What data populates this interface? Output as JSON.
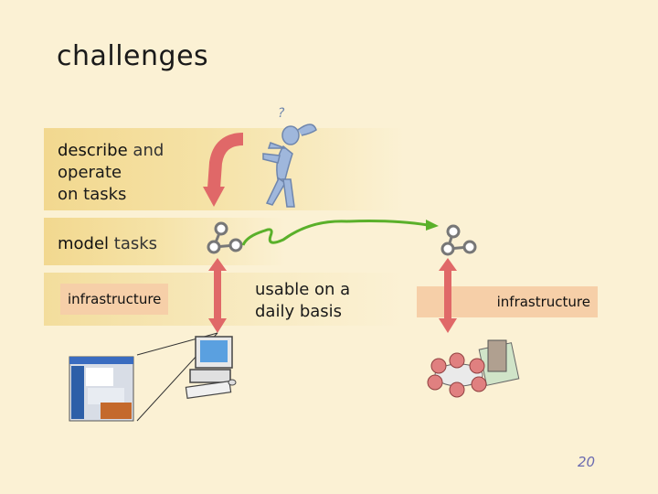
{
  "slide": {
    "title": "challenges",
    "rows": {
      "describe": {
        "word1": "describe",
        "word2": " and",
        "line2": "operate",
        "line3": "on tasks"
      },
      "model": {
        "word1": "model",
        "word2": " tasks"
      },
      "infra_left": "infrastructure"
    },
    "usable": {
      "line1": "usable on a",
      "line2": "daily basis"
    },
    "infra_right": "infrastructure",
    "thinker_mark": "?",
    "page_number": "20"
  },
  "colors": {
    "background": "#fbf1d4",
    "band": "#f2d88f",
    "infra_box": "#f6cfa8",
    "arrow_red": "#e06868",
    "curve_green": "#5ab02a",
    "figure_blue": "#9fb7dc"
  }
}
